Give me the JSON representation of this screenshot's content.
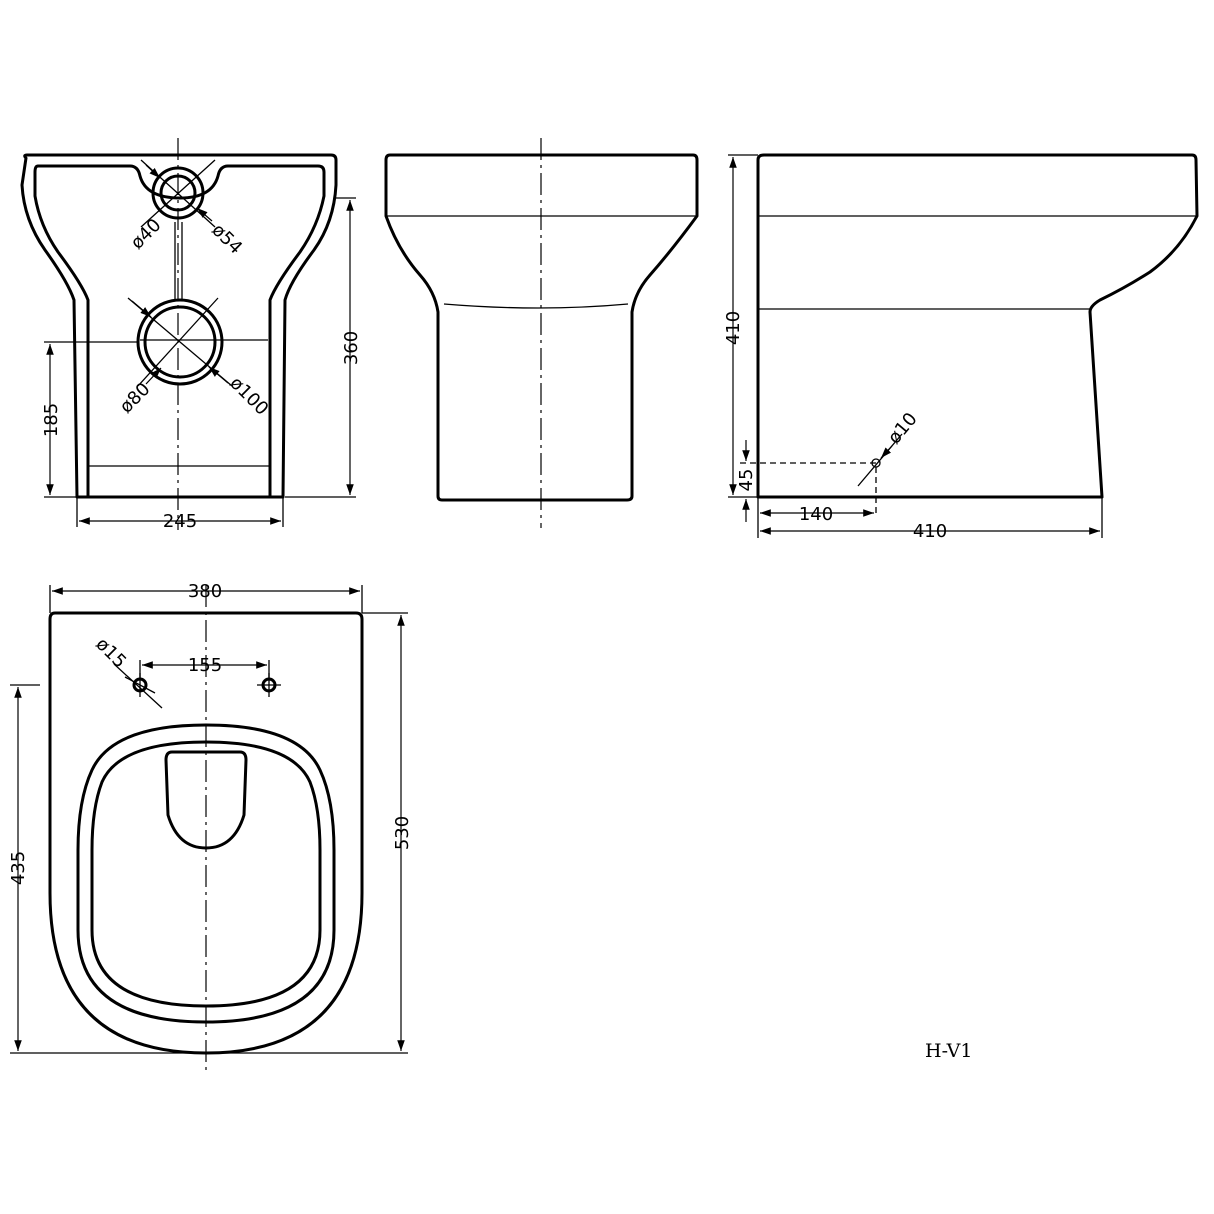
{
  "front_view": {
    "dia_40": "ø40",
    "dia_54": "ø54",
    "dia_80": "ø80",
    "dia_100": "ø100",
    "height_360": "360",
    "height_185": "185",
    "width_245": "245"
  },
  "side_view": {
    "height_410": "410",
    "height_45": "45",
    "dia_10": "ø10",
    "depth_140": "140",
    "depth_410": "410"
  },
  "top_view": {
    "width_380": "380",
    "dia_15": "ø15",
    "spacing_155": "155",
    "length_530": "530",
    "length_435": "435"
  },
  "drawing_code": "H-V1"
}
